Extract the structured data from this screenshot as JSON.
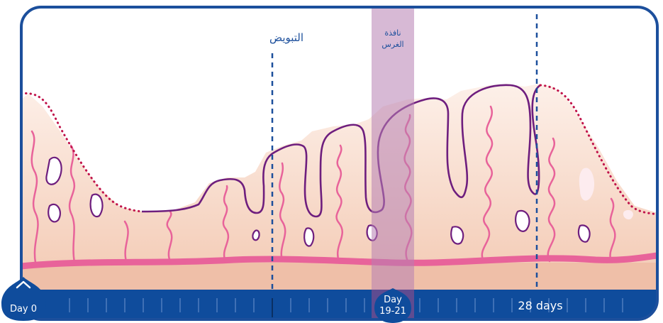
{
  "labels": {
    "ovulation": "التبويض",
    "implantation_line1": "نافذة",
    "implantation_line2": "الغرس",
    "day_start": "Day 0",
    "day_mid_line1": "Day",
    "day_mid_line2": "19-21",
    "day_end": "28 days"
  },
  "timeline": {
    "total_days": 28,
    "ovulation_day": 14,
    "implantation_window_days": [
      19,
      21
    ]
  },
  "colors": {
    "frame": "#1c4f9c",
    "timeline_bar": "#0f4c9c",
    "tissue_light": "#fbe4d9",
    "tissue_base": "#efbfa8",
    "vessel_pink": "#e8639a",
    "surface_purple": "#6e1e7e",
    "shed_dots": "#c0134a",
    "implantation_band": "#b77fb2"
  }
}
